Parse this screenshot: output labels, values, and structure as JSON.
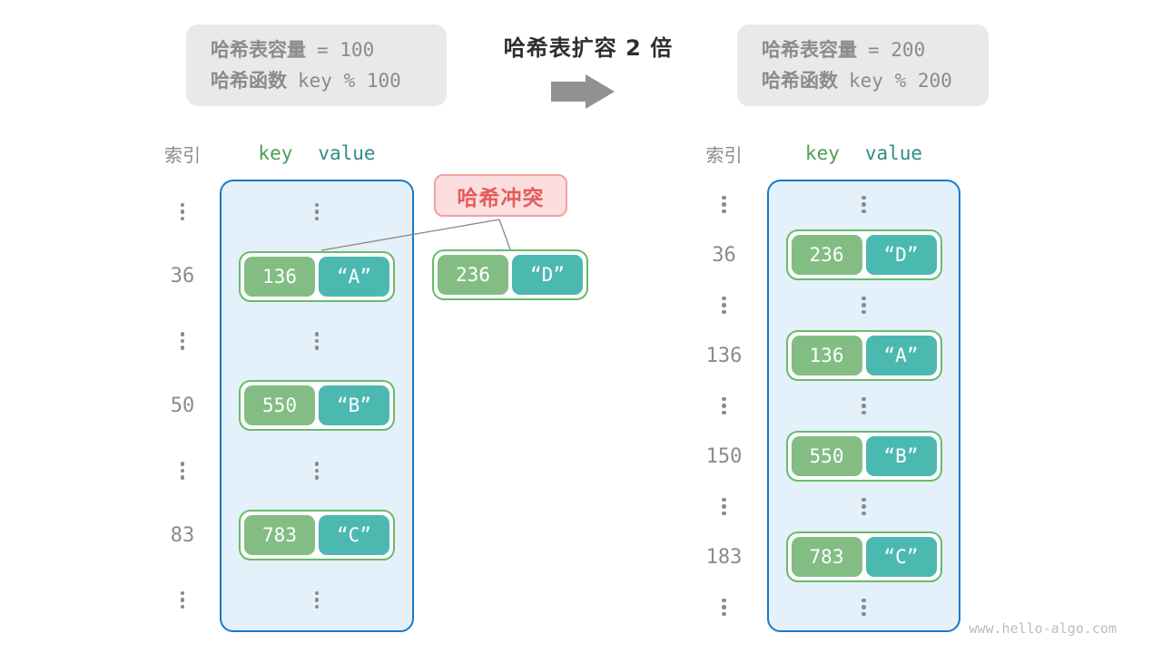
{
  "title": {
    "text": "哈希表扩容 2 倍"
  },
  "left_info": {
    "line1_label": "哈希表容量",
    "line1_value": "=  100",
    "line2_label": "哈希函数",
    "line2_value": "key % 100"
  },
  "right_info": {
    "line1_label": "哈希表容量",
    "line1_value": "=  200",
    "line2_label": "哈希函数",
    "line2_value": "key % 200"
  },
  "headers": {
    "index": "索引",
    "key": "key",
    "value": "value"
  },
  "collision": {
    "label": "哈希冲突",
    "pair": {
      "key": "236",
      "value": "“D”"
    }
  },
  "left_table": {
    "rows": [
      {
        "type": "dots"
      },
      {
        "type": "pair",
        "index": "36",
        "key": "136",
        "value": "“A”"
      },
      {
        "type": "dots"
      },
      {
        "type": "pair",
        "index": "50",
        "key": "550",
        "value": "“B”"
      },
      {
        "type": "dots"
      },
      {
        "type": "pair",
        "index": "83",
        "key": "783",
        "value": "“C”"
      },
      {
        "type": "dots"
      }
    ]
  },
  "right_table": {
    "rows": [
      {
        "type": "dots"
      },
      {
        "type": "pair",
        "index": "36",
        "key": "236",
        "value": "“D”"
      },
      {
        "type": "dots"
      },
      {
        "type": "pair",
        "index": "136",
        "key": "136",
        "value": "“A”"
      },
      {
        "type": "dots"
      },
      {
        "type": "pair",
        "index": "150",
        "key": "550",
        "value": "“B”"
      },
      {
        "type": "dots"
      },
      {
        "type": "pair",
        "index": "183",
        "key": "783",
        "value": "“C”"
      },
      {
        "type": "dots"
      }
    ]
  },
  "watermark": "www.hello-algo.com",
  "colors": {
    "container_border": "#1778c8",
    "container_bg": "#e4f0fa",
    "pair_border": "#68bc69",
    "key_bg": "#83bd84",
    "value_bg": "#4cb9b1",
    "key_header": "#4f9e51",
    "value_header": "#2f8d85",
    "collision_bg": "#fcdede",
    "collision_border": "#f0a0a0",
    "collision_text": "#e45c5c",
    "info_bg": "#e9e9e9",
    "info_text": "#8b8b8b",
    "arrow": "#919191",
    "title_text": "#2e2e2e",
    "watermark_text": "#bcbcbc"
  }
}
